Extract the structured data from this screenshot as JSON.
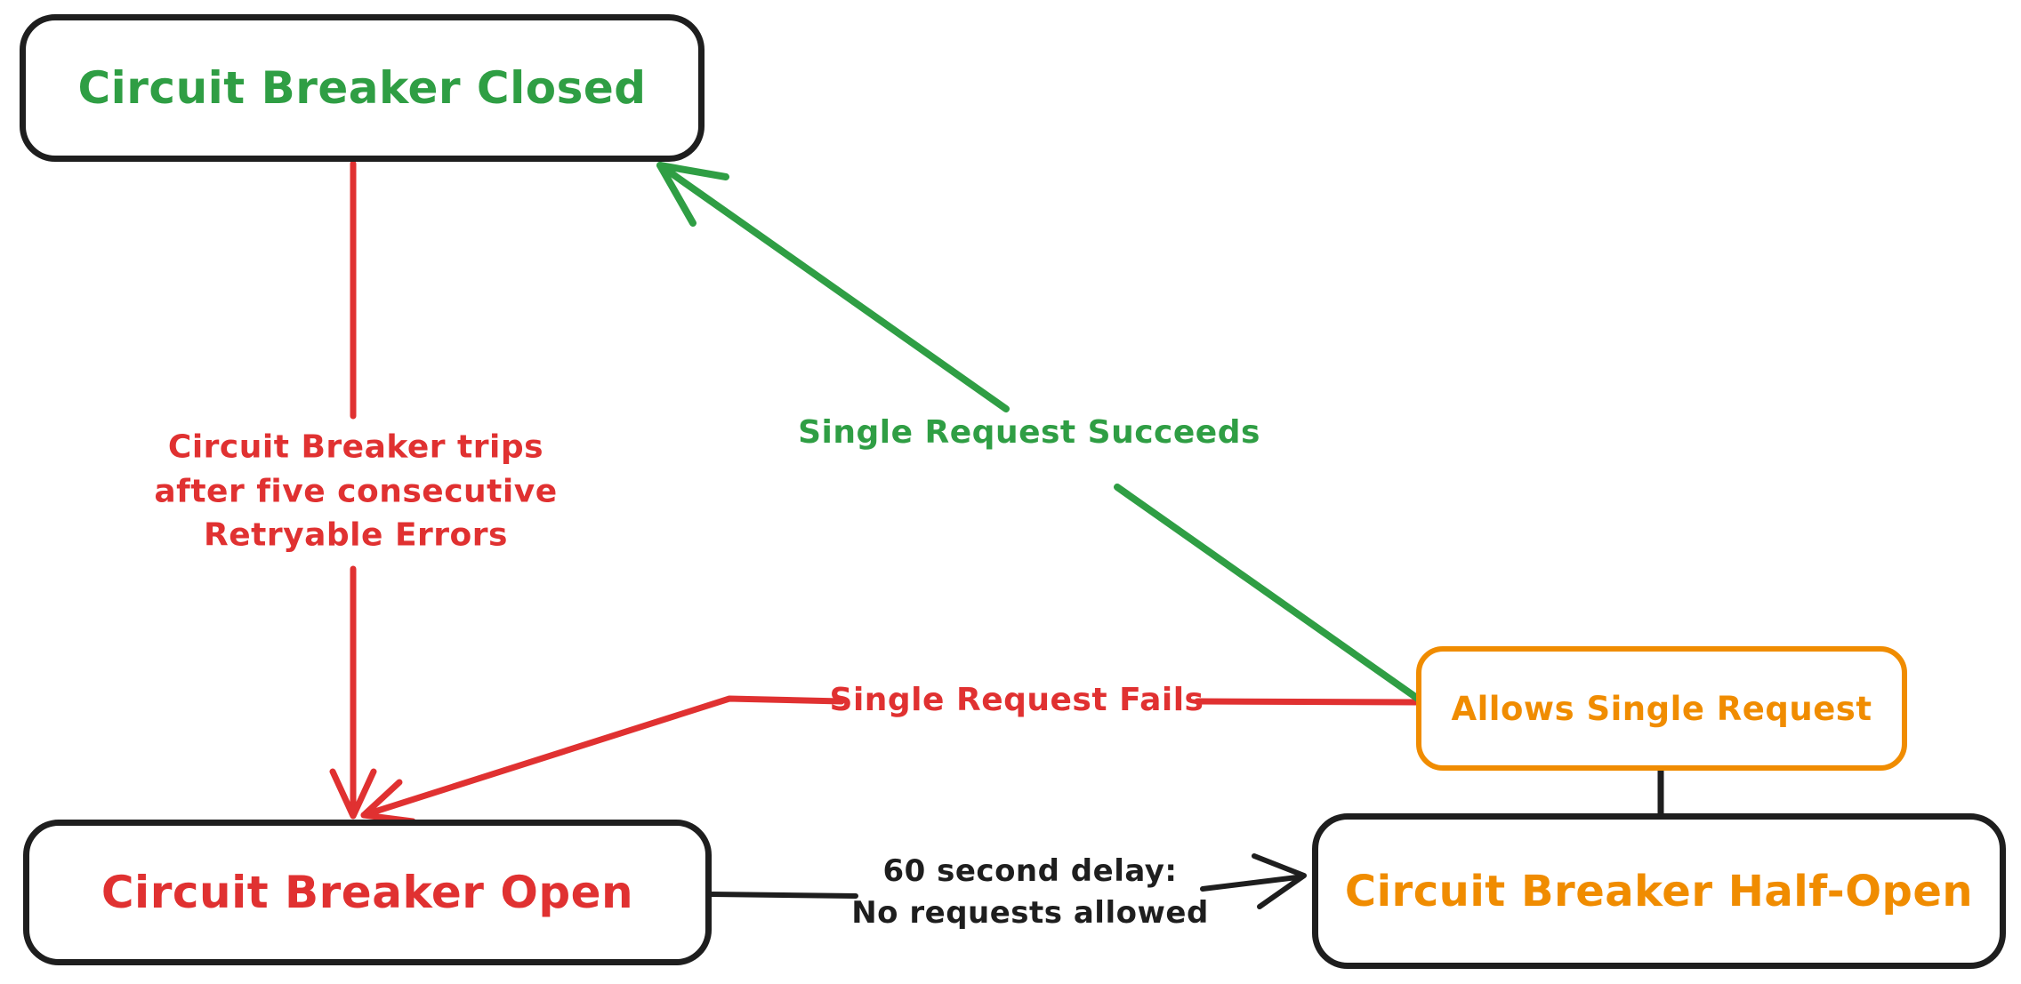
{
  "colors": {
    "background": "#ffffff",
    "black": "#1e1e1e",
    "red": "#e03131",
    "green": "#2f9e44",
    "orange": "#f08c00"
  },
  "nodes": {
    "closed": {
      "label": "Circuit Breaker Closed",
      "text_color": "#2f9e44",
      "border_color": "#1e1e1e"
    },
    "open": {
      "label": "Circuit Breaker Open",
      "text_color": "#e03131",
      "border_color": "#1e1e1e"
    },
    "half_open": {
      "label": "Circuit Breaker Half-Open",
      "text_color": "#f08c00",
      "border_color": "#1e1e1e"
    },
    "allows": {
      "label": "Allows Single Request",
      "text_color": "#f08c00",
      "border_color": "#f08c00"
    }
  },
  "edges": {
    "trips": {
      "from": "Circuit Breaker Closed",
      "to": "Circuit Breaker Open",
      "color": "#e03131",
      "label_line1": "Circuit Breaker trips",
      "label_line2": "after five consecutive",
      "label_line3": "Retryable Errors"
    },
    "succeeds": {
      "from": "Allows Single Request",
      "to": "Circuit Breaker Closed",
      "color": "#2f9e44",
      "label": "Single Request Succeeds"
    },
    "fails": {
      "from": "Allows Single Request",
      "to": "Circuit Breaker Open",
      "color": "#e03131",
      "label": "Single Request Fails"
    },
    "delay": {
      "from": "Circuit Breaker Open",
      "to": "Circuit Breaker Half-Open",
      "color": "#1e1e1e",
      "label_line1": "60 second delay:",
      "label_line2": "No requests allowed"
    },
    "half_open_to_allows": {
      "from": "Circuit Breaker Half-Open",
      "to": "Allows Single Request",
      "color": "#1e1e1e"
    }
  }
}
